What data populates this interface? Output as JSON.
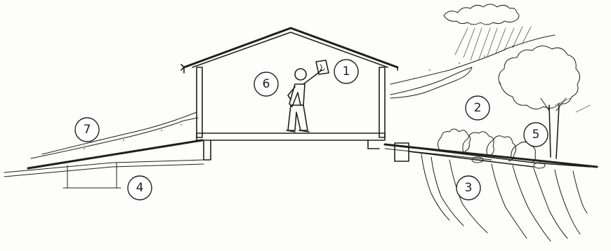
{
  "callouts": [
    {
      "id": "c1",
      "text": "1"
    },
    {
      "id": "c2",
      "text": "2"
    },
    {
      "id": "c3",
      "text": "3"
    },
    {
      "id": "c4",
      "text": "4"
    },
    {
      "id": "c5",
      "text": "5"
    },
    {
      "id": "c6",
      "text": "6"
    },
    {
      "id": "c7",
      "text": "7"
    }
  ],
  "colors": {
    "ink": "#1f1f1f",
    "paper": "#fdfdfb",
    "shade": "#6a6a6a"
  }
}
